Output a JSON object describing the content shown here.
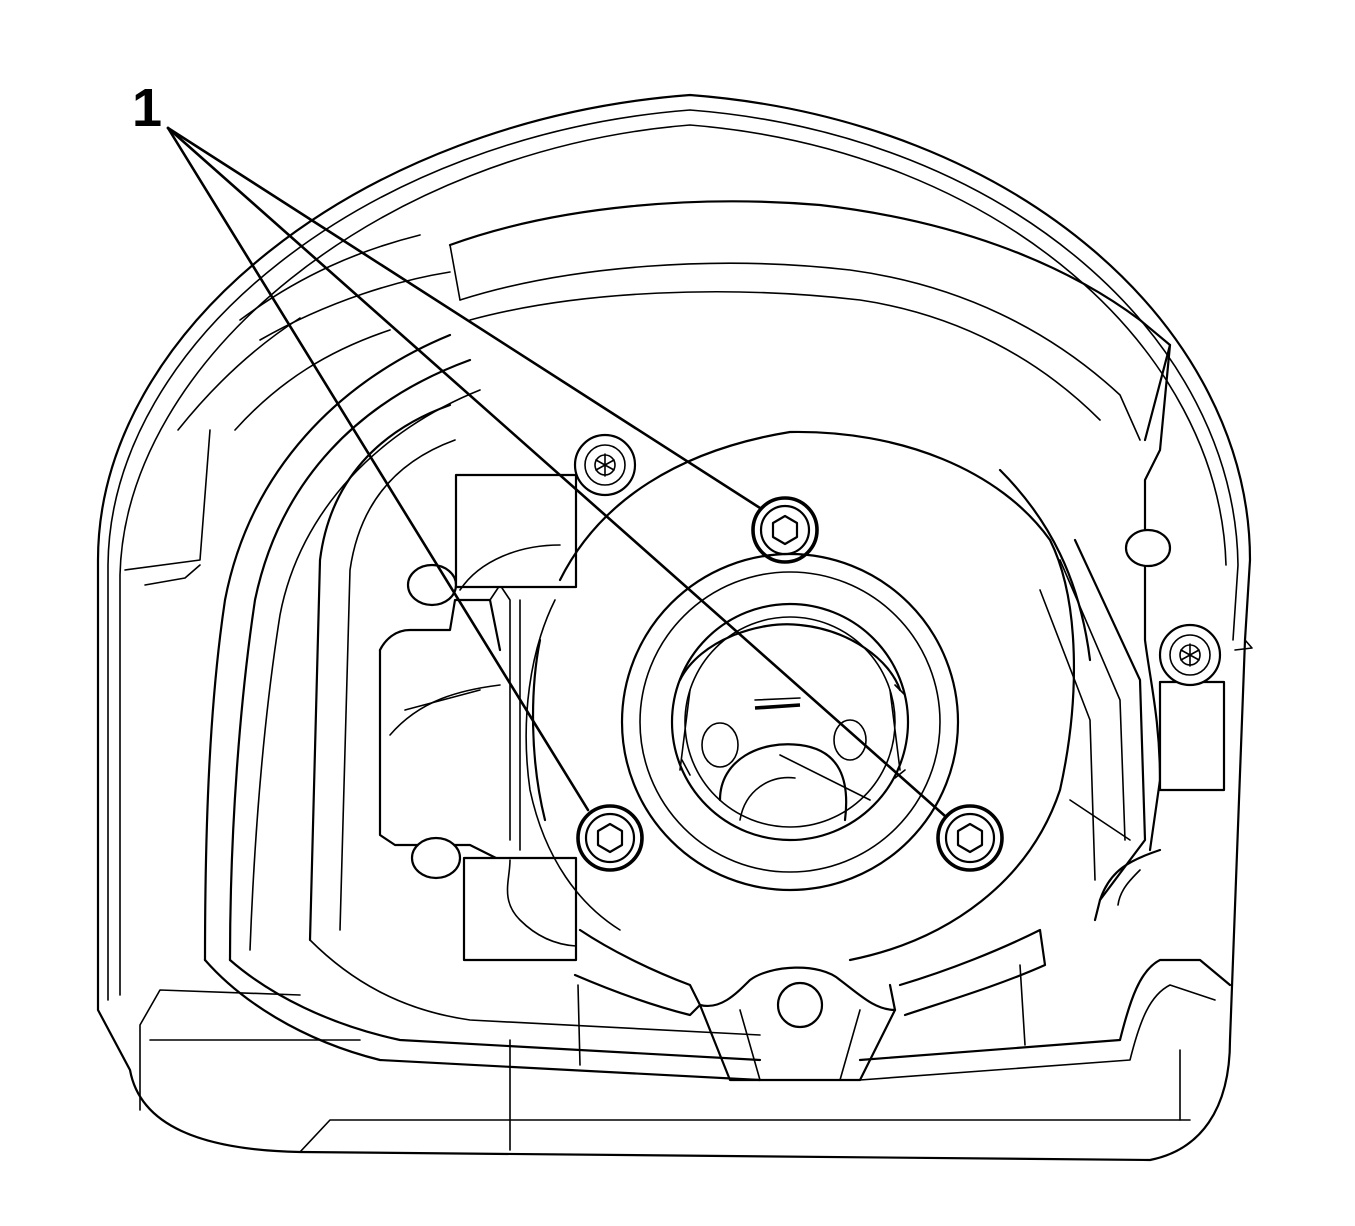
{
  "diagram": {
    "callout_label": "1",
    "components": {
      "housing": "housing-outline",
      "hub": "center-hub",
      "fasteners": [
        "fastener-top",
        "fastener-left",
        "fastener-right"
      ],
      "screws": [
        "torx-screw-top-left",
        "torx-screw-right"
      ],
      "connectors": [
        "connector-upper-left",
        "connector-lower-left",
        "connector-right"
      ]
    },
    "colors": {
      "line": "#000000",
      "background": "#ffffff"
    }
  }
}
